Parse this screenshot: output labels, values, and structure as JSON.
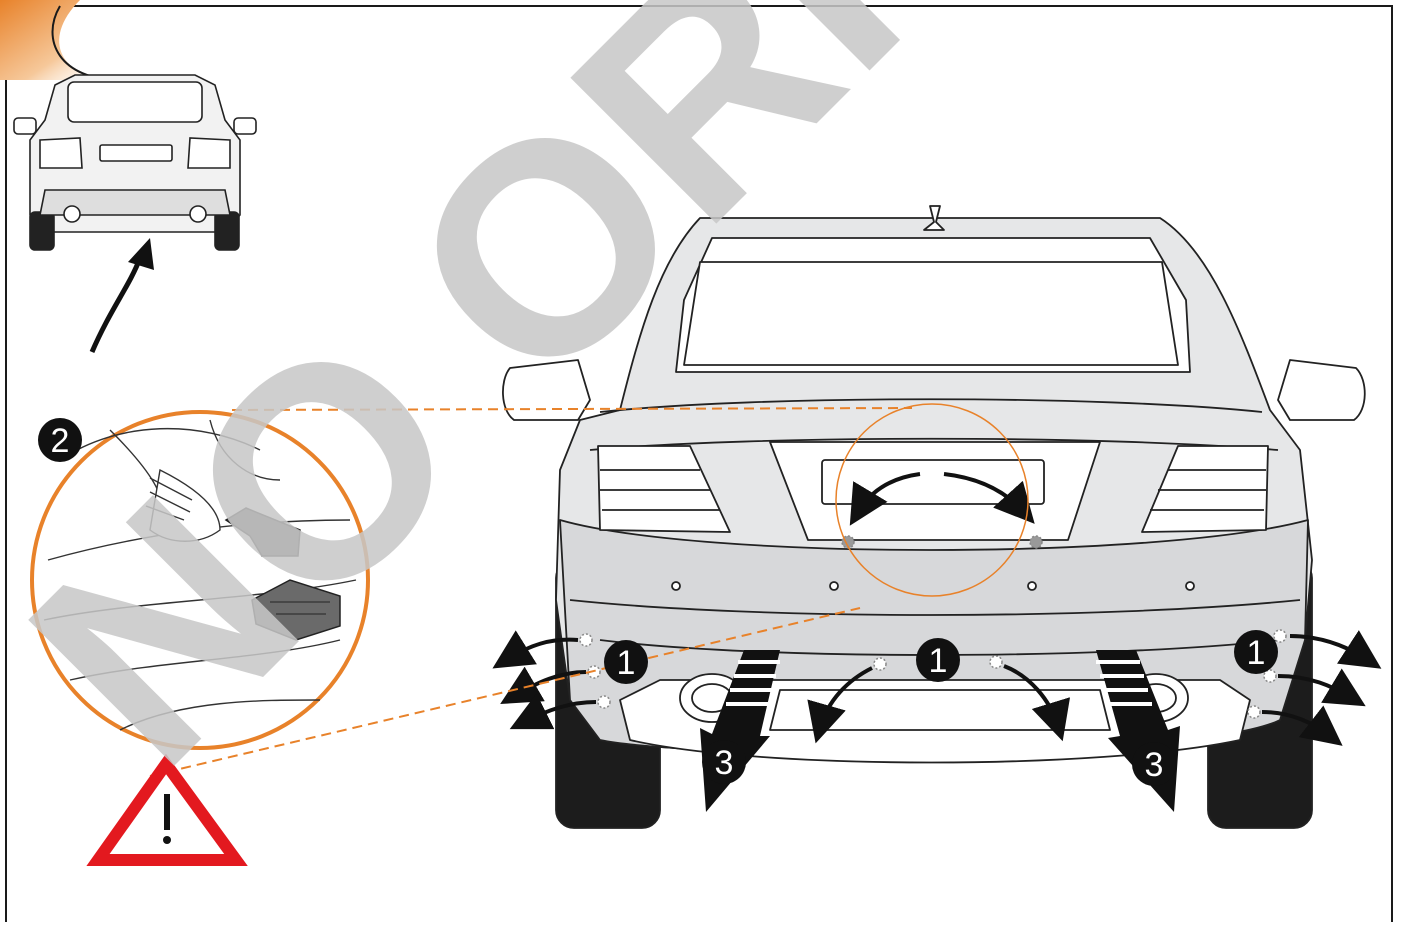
{
  "step_labels": {
    "bumper_fasteners": "1",
    "connector_unplug": "2",
    "pull_down": "3"
  },
  "watermark": {
    "text": "NO ORIG"
  },
  "icons": {
    "warning": "warning-triangle-icon",
    "detail": "magnifier-detail-circle-icon"
  },
  "colors": {
    "accent_orange": "#E8822A",
    "warning_red": "#E3191F",
    "watermark_gray": "#C8C8C8",
    "line": "#1A1A1A",
    "bumper_gray": "#D7D8DA",
    "body_gray": "#E6E7E8"
  }
}
